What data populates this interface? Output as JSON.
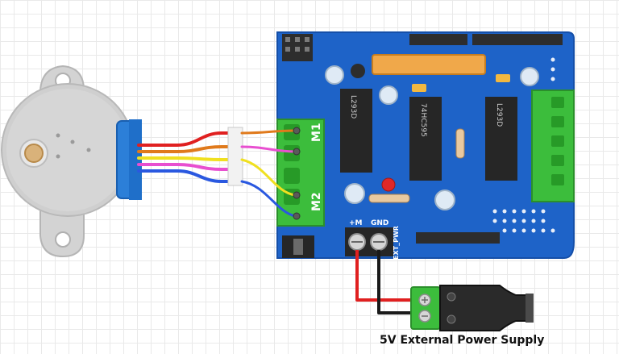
{
  "shield": {
    "m1_label": "M1",
    "m2_label": "M2",
    "plus_m_label": "+M",
    "gnd_label": "GND",
    "ext_pwr_label": "EXT_PWR",
    "chip_74hc595": "74HC595",
    "chip_l293d_left": "L293D",
    "chip_l293d_right": "L293D"
  },
  "power": {
    "caption": "5V External Power Supply"
  },
  "colors": {
    "board_blue": "#1e63c8",
    "terminal_green": "#3cbd3c",
    "wire_red": "#e02020",
    "wire_black": "#1a1a1a",
    "wire_orange": "#e07a1c",
    "wire_pink": "#e84fd0",
    "wire_yellow": "#f0e020",
    "wire_blue": "#2a58e0"
  },
  "icons": {
    "motor": "stepper-motor-icon",
    "jack": "dc-barrel-jack-icon"
  }
}
